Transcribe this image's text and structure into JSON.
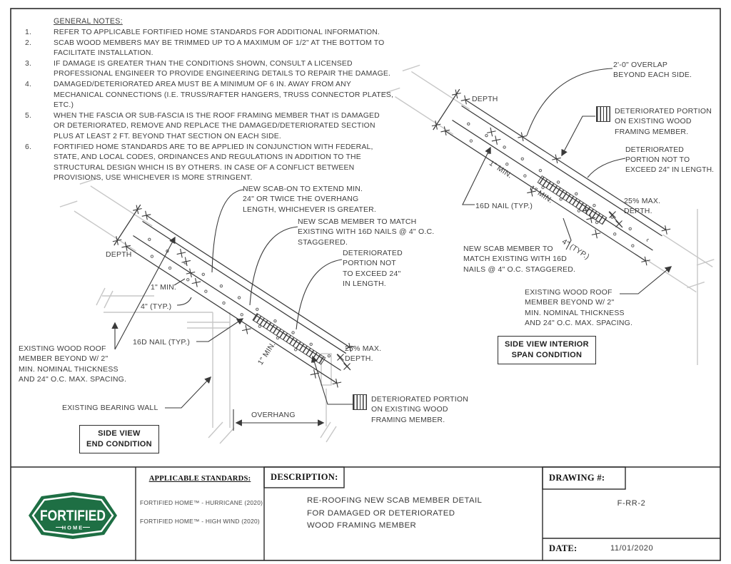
{
  "general_notes": {
    "heading": "GENERAL NOTES:",
    "items": [
      {
        "num": "1.",
        "text": "REFER TO APPLICABLE FORTIFIED HOME STANDARDS FOR ADDITIONAL INFORMATION."
      },
      {
        "num": "2.",
        "text": "SCAB WOOD MEMBERS MAY BE TRIMMED UP TO A MAXIMUM OF 1/2\" AT THE BOTTOM TO\nFACILITATE INSTALLATION."
      },
      {
        "num": "3.",
        "text": "IF DAMAGE IS GREATER THAN THE CONDITIONS SHOWN, CONSULT A LICENSED\nPROFESSIONAL ENGINEER TO PROVIDE ENGINEERING DETAILS TO REPAIR THE DAMAGE."
      },
      {
        "num": "4.",
        "text": "DAMAGED/DETERIORATED AREA MUST BE A MINIMUM OF 6 IN. AWAY FROM ANY\nMECHANICAL CONNECTIONS (I.E. TRUSS/RAFTER HANGERS, TRUSS CONNECTOR PLATES,\nETC.)"
      },
      {
        "num": "5.",
        "text": "WHEN THE FASCIA OR SUB-FASCIA IS THE ROOF FRAMING MEMBER THAT IS DAMAGED\nOR DETERIORATED, REMOVE AND REPLACE THE DAMAGED/DETERIORATED SECTION\nPLUS AT LEAST 2 FT. BEYOND THAT SECTION ON EACH SIDE."
      },
      {
        "num": "6.",
        "text": "FORTIFIED HOME STANDARDS ARE TO BE APPLIED IN CONJUNCTION WITH FEDERAL,\nSTATE, AND LOCAL CODES, ORDINANCES AND REGULATIONS IN ADDITION TO THE\nSTRUCTURAL DESIGN WHICH IS BY OTHERS. IN CASE OF A CONFLICT BETWEEN\nPROVISIONS, USE WHICHEVER IS MORE STRINGENT."
      }
    ]
  },
  "left_diagram": {
    "title": "SIDE VIEW\nEND CONDITION",
    "labels": {
      "scab_on": "NEW SCAB-ON TO EXTEND MIN.\n24\" OR TWICE THE OVERHANG\nLENGTH, WHICHEVER IS GREATER.",
      "scab_member": "NEW SCAB MEMBER TO MATCH\nEXISTING WITH 16D NAILS @ 4\" O.C.\nSTAGGERED.",
      "det_not_exceed": "DETERIORATED\nPORTION NOT\nTO EXCEED 24\"\nIN LENGTH.",
      "depth": "DEPTH",
      "one_min": "1\" MIN.",
      "one_min_rot": "1\" MIN.",
      "four_typ": "4\" (TYP.)",
      "nail": "16D NAIL (TYP.)",
      "existing_roof": "EXISTING WOOD ROOF\nMEMBER BEYOND W/ 2\"\nMIN. NOMINAL THICKNESS\nAND 24\" O.C. MAX. SPACING.",
      "bearing_wall": "EXISTING BEARING WALL",
      "overhang": "OVERHANG",
      "pct_depth": "25% MAX.\nDEPTH.",
      "legend": "DETERIORATED PORTION\nON EXISTING WOOD\nFRAMING MEMBER."
    }
  },
  "right_diagram": {
    "title": "SIDE VIEW INTERIOR\nSPAN CONDITION",
    "labels": {
      "overlap": "2'-0\" OVERLAP\nBEYOND EACH SIDE.",
      "depth": "DEPTH",
      "legend": "DETERIORATED PORTION\nON EXISTING WOOD\nFRAMING MEMBER.",
      "det_not_exceed": "DETERIORATED\nPORTION NOT TO\nEXCEED 24\" IN LENGTH.",
      "one_min_a": "1\" MIN.",
      "one_min_b": "1\" MIN.",
      "nail": "16D NAIL (TYP.)",
      "pct_depth": "25% MAX.\nDEPTH.",
      "four_typ": "4\" (TYP.)",
      "scab_member": "NEW SCAB MEMBER TO\nMATCH EXISTING WITH 16D\nNAILS @ 4\" O.C. STAGGERED.",
      "existing_roof": "EXISTING WOOD ROOF\nMEMBER BEYOND W/ 2\"\nMIN. NOMINAL THICKNESS\nAND 24\" O.C. MAX. SPACING."
    }
  },
  "title_block": {
    "logo_text": "FORTIFIED",
    "logo_sub": "HOME",
    "standards_heading": "APPLICABLE STANDARDS:",
    "standards": [
      "FORTIFIED HOME™ - HURRICANE (2020)",
      "FORTIFIED HOME™ - HIGH WIND (2020)"
    ],
    "description_label": "DESCRIPTION:",
    "description": "RE-ROOFING NEW SCAB MEMBER DETAIL\nFOR DAMAGED OR DETERIORATED\nWOOD FRAMING MEMBER",
    "drawing_label": "DRAWING #:",
    "drawing_number": "F-RR-2",
    "date_label": "DATE:",
    "date_value": "11/01/2020"
  },
  "colors": {
    "line": "#3a3a3a",
    "light_gray": "#c7c7c7",
    "logo_green": "#1e6f44"
  }
}
